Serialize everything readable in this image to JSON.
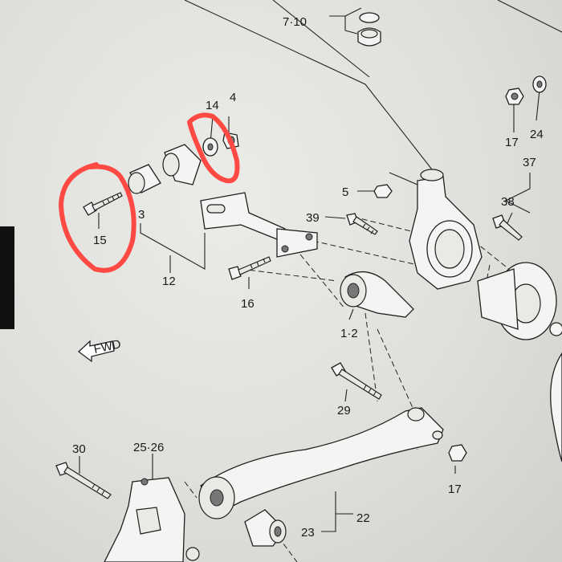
{
  "labels": {
    "l7_10": "7·10",
    "l14": "14",
    "l4": "4",
    "l15": "15",
    "l3": "3",
    "l12": "12",
    "l5": "5",
    "l39": "39",
    "l16": "16",
    "l1_2": "1·2",
    "l17a": "17",
    "l24": "24",
    "l37": "37",
    "l38": "38",
    "l29": "29",
    "l30": "30",
    "l25_26": "25·26",
    "l22": "22",
    "l23": "23",
    "l17b": "17"
  },
  "fwd_label": "FWD",
  "colors": {
    "highlight": "#ff4a44",
    "ink": "#1f1f1f",
    "paper": "#e6e6e3"
  }
}
